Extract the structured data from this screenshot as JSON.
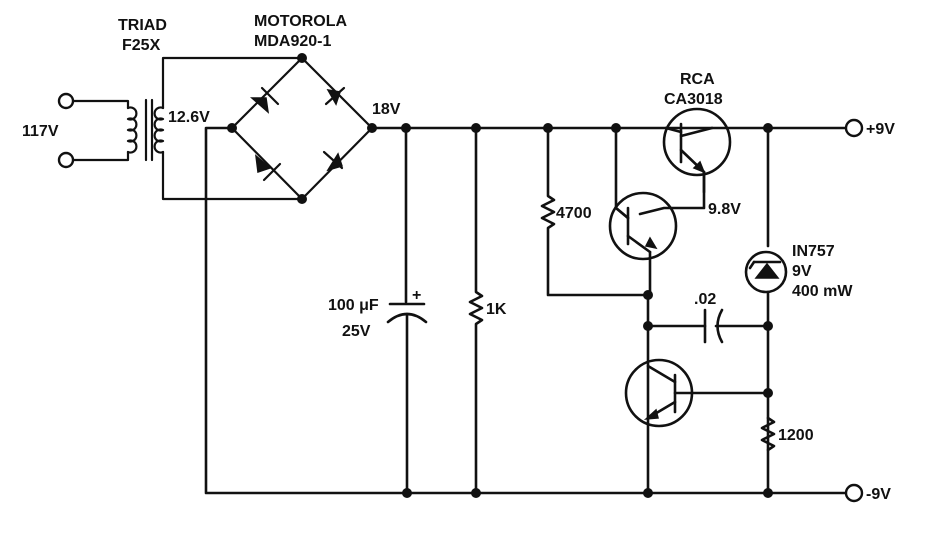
{
  "labels": {
    "transformer_brand": "TRIAD",
    "transformer_model": "F25X",
    "bridge_brand": "MOTOROLA",
    "bridge_model": "MDA920-1",
    "mains_voltage": "117V",
    "secondary_voltage": "12.6V",
    "rectified_voltage": "18V",
    "regulator_brand": "RCA",
    "regulator_model": "CA3018",
    "output_positive": "+9V",
    "output_negative": "-9V",
    "base_resistor": "4700",
    "emitter_voltage": "9.8V",
    "capacitor_value": "100 μF",
    "capacitor_voltage": "25V",
    "capacitor_polarity": "+",
    "load_resistor": "1K",
    "zener_part": "IN757",
    "zener_voltage": "9V",
    "zener_power": "400 mW",
    "coupling_capacitor": ".02",
    "bottom_resistor": "1200"
  }
}
